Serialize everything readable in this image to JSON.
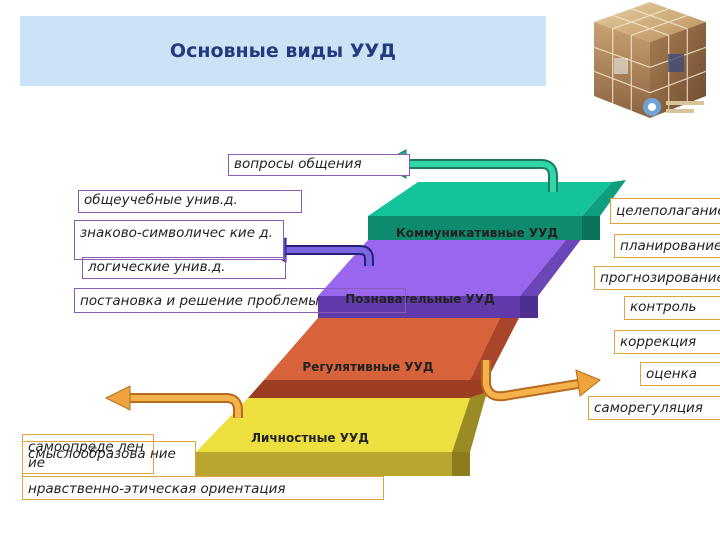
{
  "title": "Основные виды УУД",
  "steps": {
    "communicative": "Коммуникативные УУД",
    "cognitive": "Познавательные УУД",
    "regulatory": "Регулятивные УУД",
    "personal": "Личностные УУД"
  },
  "communicative_tags": [
    "вопросы общения"
  ],
  "cognitive_tags": [
    "общеучебные унив.д.",
    "знаково-символичес кие д.",
    "логические унив.д.",
    "постановка и решение проблемы"
  ],
  "regulatory_tags": [
    "целеполагание",
    "планирование",
    "прогнозирование",
    "контроль",
    "коррекция",
    "оценка",
    "саморегуляция"
  ],
  "personal_tags": [
    "самоопреде ление",
    "смыслообразова ние",
    "нравственно-этическая ориентация"
  ],
  "colors": {
    "title_bg": "#cce3f6",
    "title_text": "#243a80",
    "communicative": "#14c39a",
    "cognitive": "#9a66ee",
    "regulatory": "#d8623a",
    "personal": "#ecdf3e",
    "tag_border_cognitive": "#8a5cb8",
    "tag_border_regulatory": "#e0a43c"
  },
  "icons": {
    "arrow_communicative": "curved-arrow-green",
    "arrow_cognitive": "curved-arrow-purple",
    "arrow_regulatory": "curved-arrow-orange",
    "arrow_personal": "curved-arrow-orange",
    "decoration": "photo-cube",
    "logo": "logo-mark"
  }
}
